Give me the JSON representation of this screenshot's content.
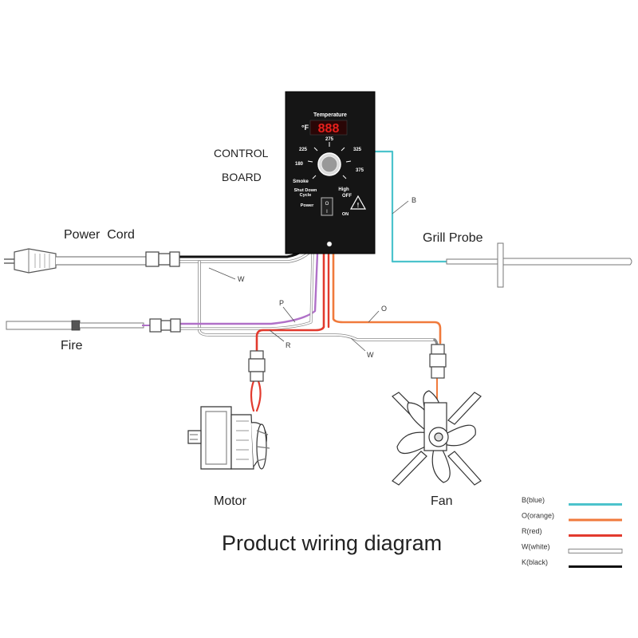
{
  "labels": {
    "control_board_line1": "CONTROL",
    "control_board_line2": "BOARD",
    "power_cord": "Power  Cord",
    "grill_probe": "Grill Probe",
    "fire": "Fire",
    "motor": "Motor",
    "fan": "Fan",
    "title": "Product wiring diagram"
  },
  "wire_tags": {
    "blue": "B",
    "white_upper": "W",
    "purple": "P",
    "red": "R",
    "orange": "O",
    "white_lower": "W"
  },
  "panel": {
    "temperature_label": "Temperature",
    "unit": "°F",
    "display_digits": "888",
    "dial_marks": [
      "180",
      "225",
      "275",
      "325",
      "375"
    ],
    "smoke": "Smoke",
    "shutdown_line1": "Shut Down",
    "shutdown_line2": "Cycle",
    "high": "High",
    "off": "OFF",
    "power": "Power",
    "on": "ON",
    "switch_o": "O",
    "switch_i": "I"
  },
  "legend": [
    {
      "label": "B(blue)",
      "color": "#4cc3cc"
    },
    {
      "label": "O(orange)",
      "color": "#f07a3c"
    },
    {
      "label": "R(red)",
      "color": "#e23a2e"
    },
    {
      "label": "W(white)",
      "color": "#ffffff"
    },
    {
      "label": "K(black)",
      "color": "#111111"
    }
  ],
  "colors": {
    "blue": "#4cc3cc",
    "orange": "#f07a3c",
    "red": "#e23a2e",
    "purple": "#b070c8",
    "white_wire_outline": "#8a8a8a",
    "black": "#111111",
    "panel": "#151515",
    "display_red": "#e8201c"
  }
}
